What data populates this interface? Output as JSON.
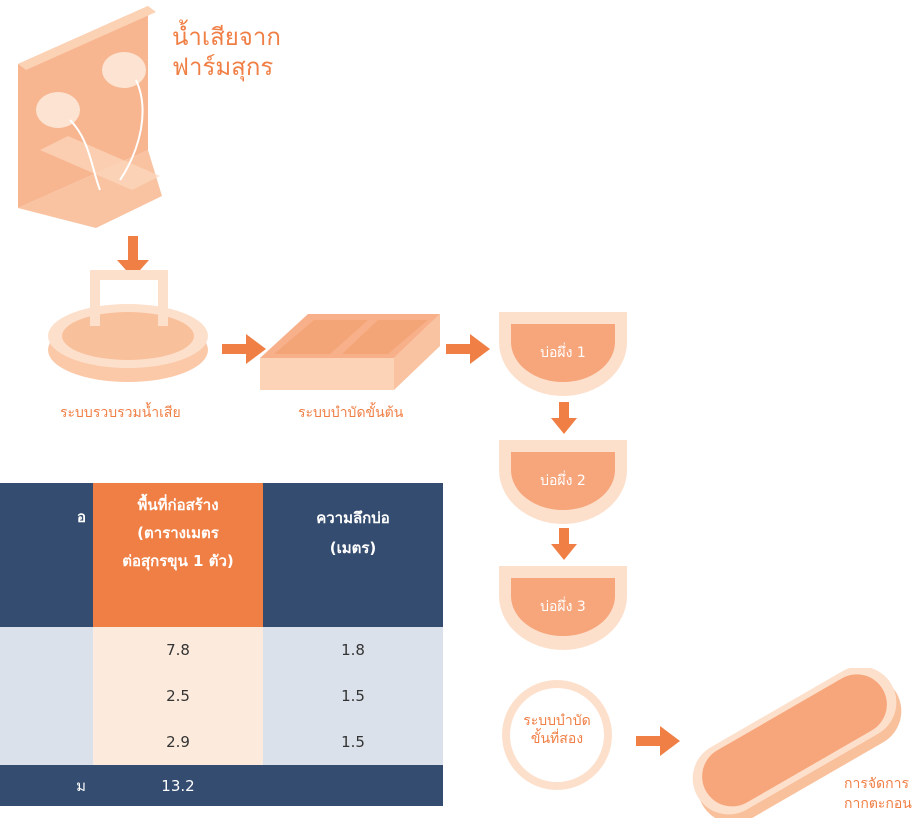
{
  "source_label": [
    "น้ำเสียจาก",
    "ฟาร์มสุกร"
  ],
  "collection_label": "ระบบรวบรวมน้ำเสีย",
  "primary_label": "ระบบบำบัดขั้นต้น",
  "ponds": [
    "บ่อผึ่ง 1",
    "บ่อผึ่ง 2",
    "บ่อผึ่ง 3"
  ],
  "secondary_label": [
    "ระบบบำบัด",
    "ขั้นที่สอง"
  ],
  "sludge_label": [
    "การจัดการ",
    "กากตะกอน"
  ],
  "table": {
    "headers": {
      "first_partial": "อ",
      "area": [
        "พื้นที่ก่อสร้าง",
        "(ตารางเมตร",
        "ต่อสุกรขุน 1 ตัว)"
      ],
      "depth": [
        "ความลึกบ่อ",
        "(เมตร)"
      ]
    },
    "rows": [
      {
        "area": "7.8",
        "depth": "1.8"
      },
      {
        "area": "2.5",
        "depth": "1.5"
      },
      {
        "area": "2.9",
        "depth": "1.5"
      }
    ],
    "total": {
      "first_partial": "ม",
      "area": "13.2"
    }
  },
  "colors": {
    "orange": "#f07f45",
    "light_orange": "#fcd9bf",
    "navy": "#344c6f",
    "row_gray": "#dbe1ea",
    "row_highlight": "#fcebdd"
  }
}
